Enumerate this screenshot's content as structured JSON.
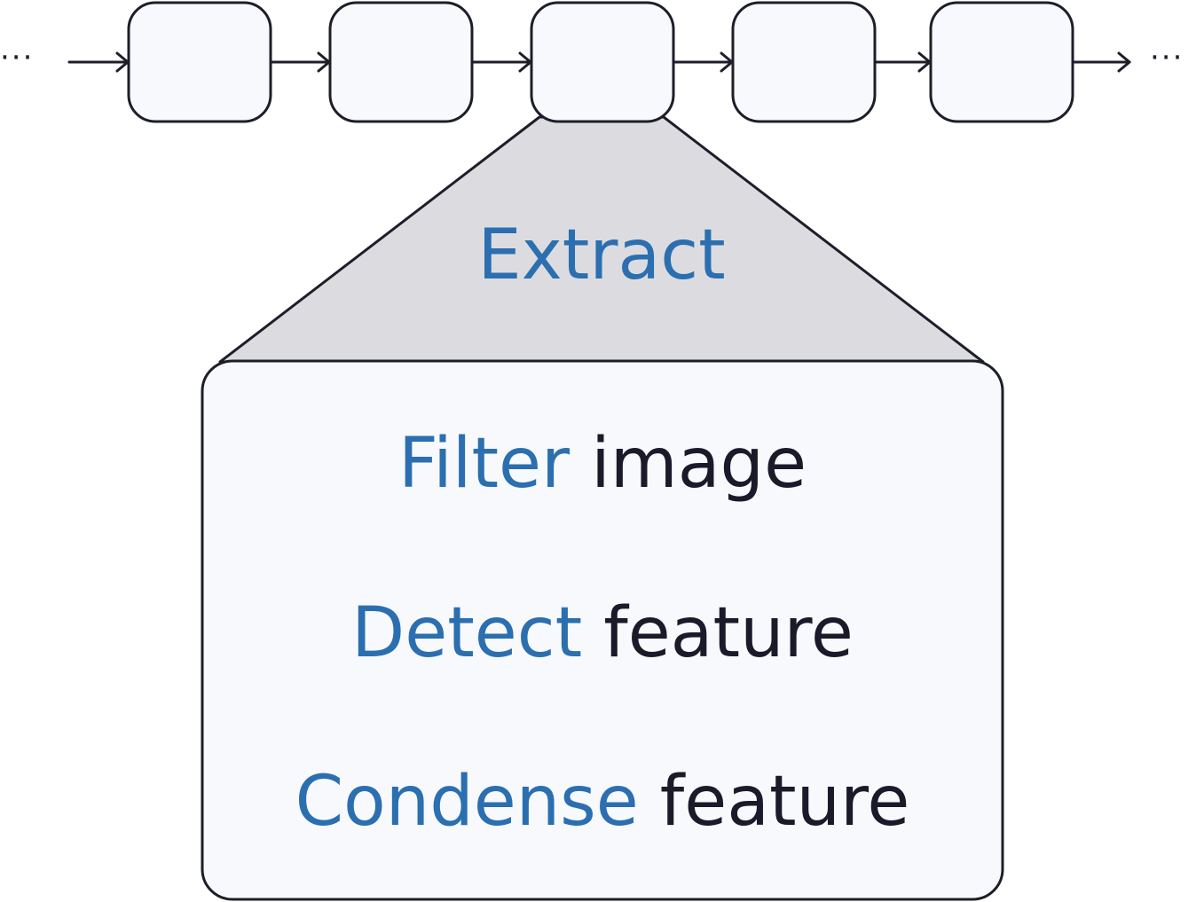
{
  "flow": {
    "ellipsis_left": "···",
    "ellipsis_right": "···",
    "box_count": 5,
    "expanded_box_index": 2
  },
  "funnel": {
    "title": "Extract"
  },
  "steps": [
    {
      "verb": "Filter",
      "object": "image"
    },
    {
      "verb": "Detect",
      "object": "feature"
    },
    {
      "verb": "Condense",
      "object": "feature"
    }
  ],
  "colors": {
    "verb": "#2b6fb0",
    "object": "#1a1a2a",
    "box_fill": "#f8f9fc",
    "funnel_fill": "#dcdce0",
    "stroke": "#1e1e2a"
  }
}
